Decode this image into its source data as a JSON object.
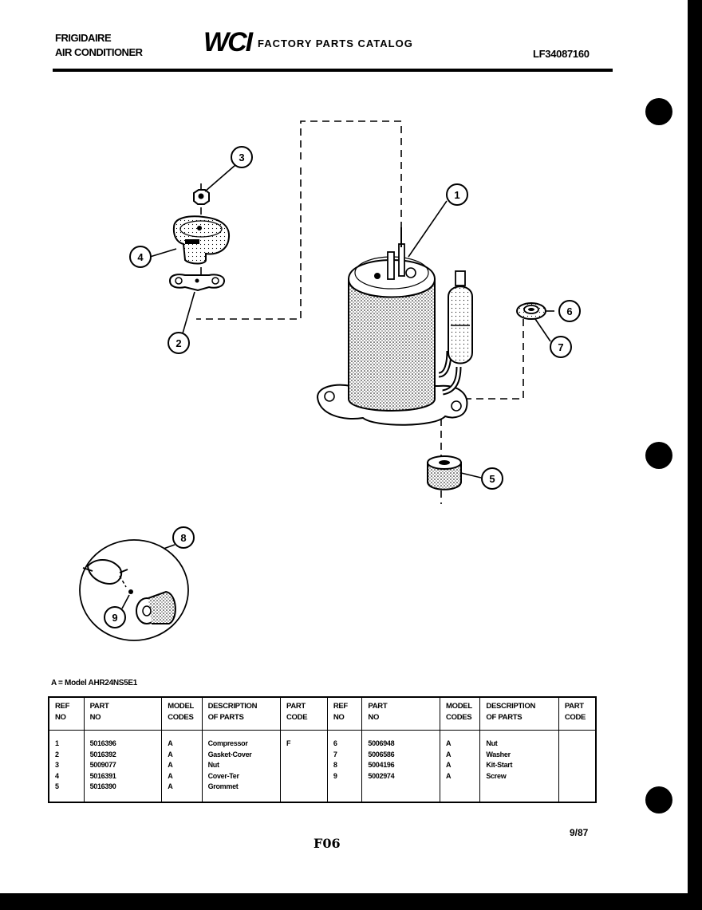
{
  "header": {
    "brand_line1": "FRIGIDAIRE",
    "brand_line2": "AIR CONDITIONER",
    "logo": "WCI",
    "catalog_title": "FACTORY PARTS CATALOG",
    "document_number": "LF34087160"
  },
  "model_note": "A = Model AHR24NS5E1",
  "callouts": [
    "1",
    "2",
    "3",
    "4",
    "5",
    "6",
    "7",
    "8",
    "9"
  ],
  "table": {
    "headers": {
      "ref_no": [
        "REF",
        "NO"
      ],
      "part_no": [
        "PART",
        "NO"
      ],
      "model_codes": [
        "MODEL",
        "CODES"
      ],
      "description": [
        "DESCRIPTION",
        "OF PARTS"
      ],
      "part_code": [
        "PART",
        "CODE"
      ]
    },
    "left": {
      "ref_no": [
        "1",
        "2",
        "3",
        "4",
        "5"
      ],
      "part_no": [
        "5016396",
        "5016392",
        "5009077",
        "5016391",
        "5016390"
      ],
      "model_codes": [
        "A",
        "A",
        "A",
        "A",
        "A"
      ],
      "description": [
        "Compressor",
        "Gasket-Cover",
        "Nut",
        "Cover-Ter",
        "Grommet"
      ],
      "part_code": [
        "F",
        "",
        "",
        "",
        ""
      ]
    },
    "right": {
      "ref_no": [
        "6",
        "7",
        "8",
        "9"
      ],
      "part_no": [
        "5006948",
        "5006586",
        "5004196",
        "5002974"
      ],
      "model_codes": [
        "A",
        "A",
        "A",
        "A"
      ],
      "description": [
        "Nut",
        "Washer",
        "Kit-Start",
        "Screw"
      ],
      "part_code": [
        "",
        "",
        "",
        ""
      ]
    }
  },
  "footer": {
    "page_code": "F06",
    "date": "9/87"
  }
}
